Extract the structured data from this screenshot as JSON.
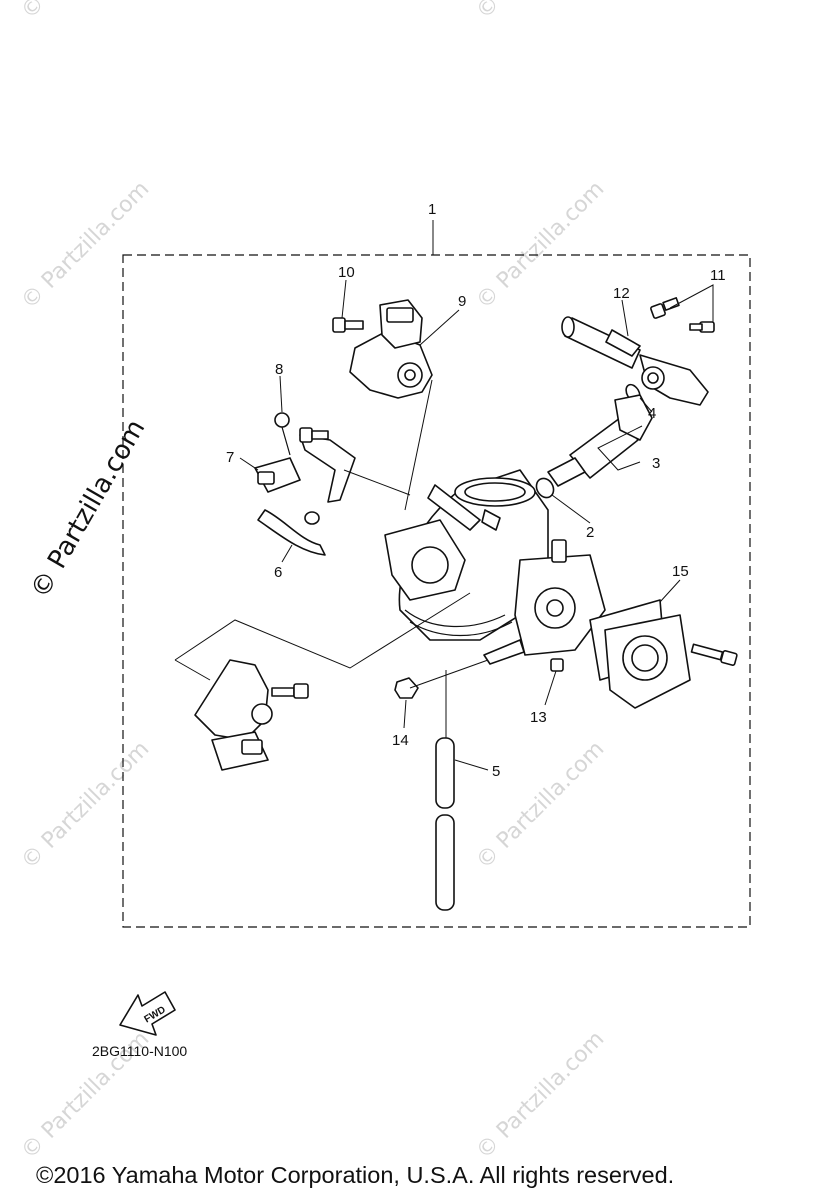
{
  "diagram": {
    "callouts": [
      "1",
      "2",
      "3",
      "4",
      "5",
      "6",
      "7",
      "8",
      "9",
      "10",
      "11",
      "12",
      "13",
      "14",
      "15"
    ],
    "code": "2BG1110-N100",
    "fwd_label": "FWD"
  },
  "watermark": {
    "text": "© Partzilla.com",
    "side_text": "© Partzilla.com"
  },
  "footer": {
    "copyright": "©2016  Yamaha Motor Corporation, U.S.A. All rights reserved."
  }
}
